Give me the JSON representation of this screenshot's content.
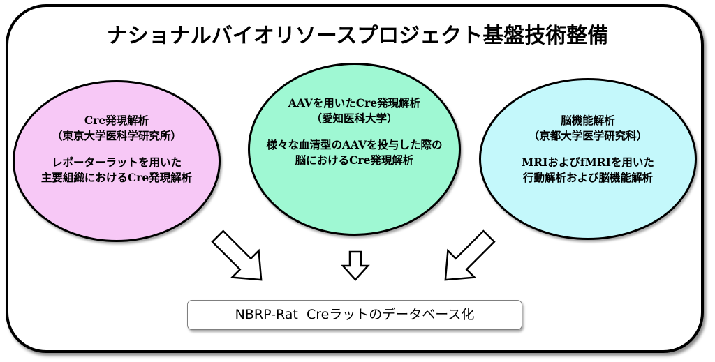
{
  "title": "ナショナルバイオリソースプロジェクト基盤技術整備",
  "nodes": [
    {
      "heading": "Cre発現解析",
      "institution": "（東京大学医科学研究所）",
      "description": [
        "レポーターラットを用いた",
        "主要組織におけるCre発現解析"
      ],
      "color": "#f7c8f6"
    },
    {
      "heading": "AAVを用いたCre発現解析",
      "institution": "（愛知医科大学）",
      "description": [
        "様々な血清型のAAVを投与した際の",
        "脳におけるCre発現解析"
      ],
      "color": "#9ff8d3"
    },
    {
      "heading": "脳機能解析",
      "institution": "（京都大学医学研究科）",
      "description": [
        "MRIおよびfMRIを用いた",
        "行動解析および脳機能解析"
      ],
      "color": "#c4f8fb"
    }
  ],
  "result": {
    "label": "NBRP-Rat  Creラットのデータベース化"
  }
}
